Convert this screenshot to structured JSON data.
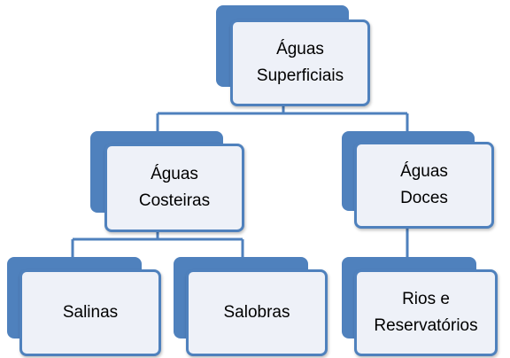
{
  "diagram": {
    "colors": {
      "accent": "#4f81bd",
      "box_fill": "#eef1f8",
      "text": "#000000"
    },
    "root": {
      "line1": "Águas",
      "line2": "Superficiais"
    },
    "costeiras": {
      "line1": "Águas",
      "line2": "Costeiras"
    },
    "doces": {
      "line1": "Águas",
      "line2": "Doces"
    },
    "salinas": {
      "label": "Salinas"
    },
    "salobras": {
      "label": "Salobras"
    },
    "rios": {
      "line1": "Rios e",
      "line2": "Reservatórios"
    }
  }
}
